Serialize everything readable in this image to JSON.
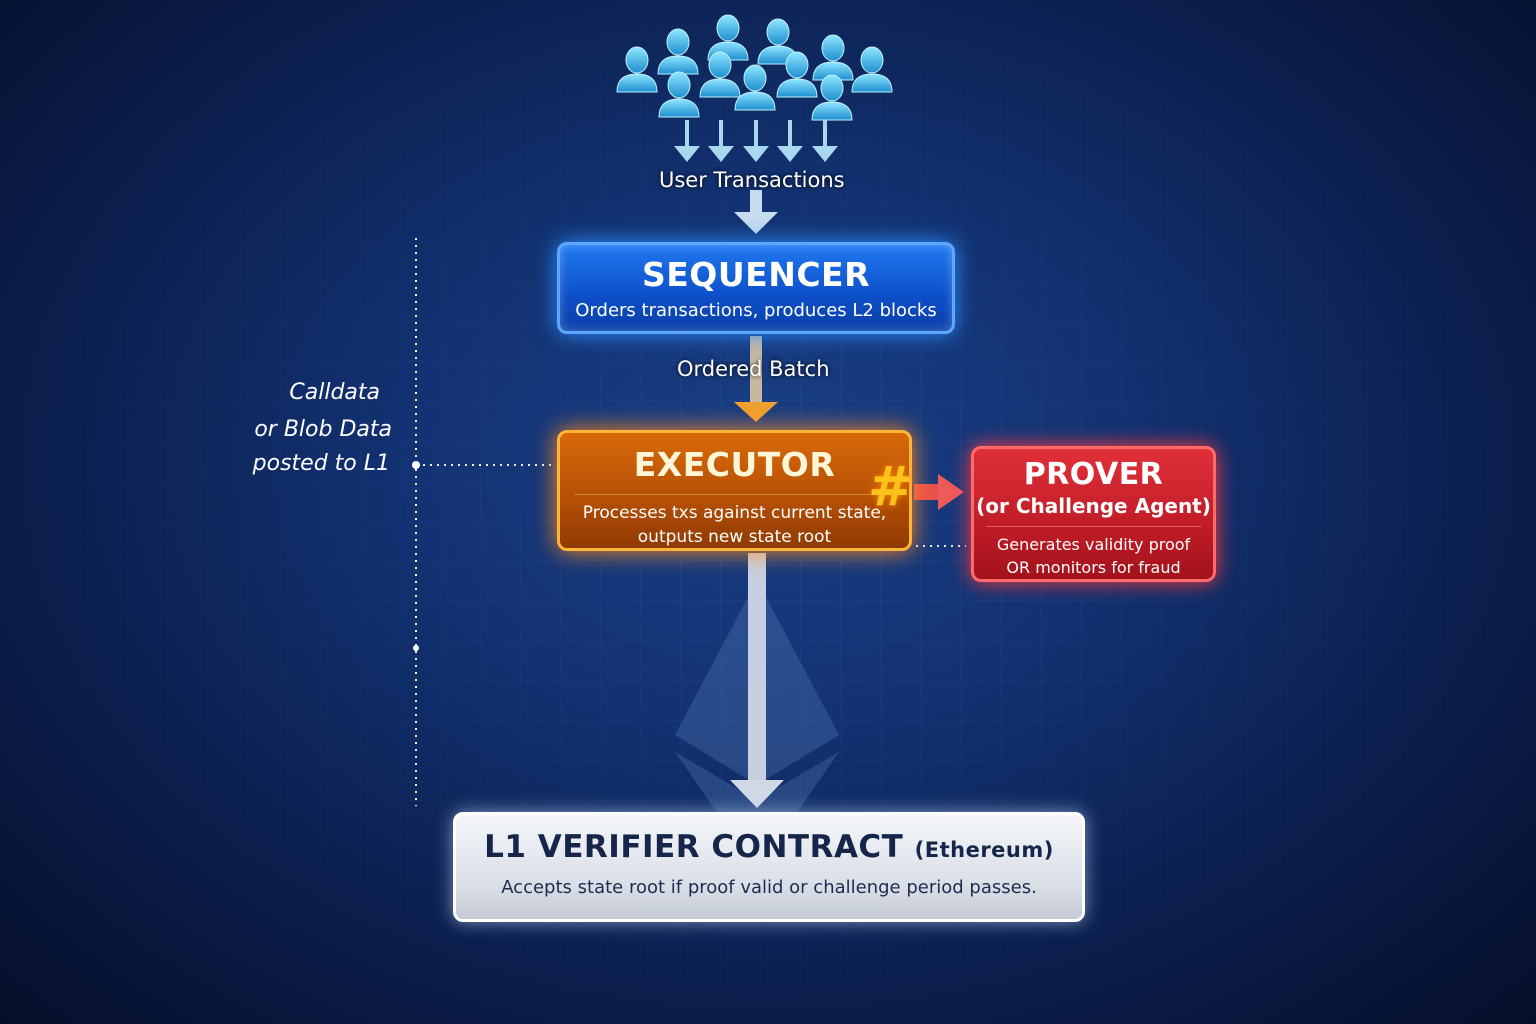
{
  "top_label": "User Transactions",
  "sequencer": {
    "title": "SEQUENCER",
    "description": "Orders transactions, produces L2 blocks"
  },
  "ordered_batch_label": "Ordered Batch",
  "executor": {
    "title": "EXECUTOR",
    "description_line1": "Processes txs against current state,",
    "description_line2": "outputs new state root",
    "hash_symbol": "#"
  },
  "prover": {
    "title": "PROVER",
    "subtitle": "(or Challenge Agent)",
    "description_line1": "Generates validity proof",
    "description_line2": "OR monitors for fraud"
  },
  "side_note": {
    "line1": "Calldata",
    "line2": "or Blob Data",
    "line3": "posted to L1"
  },
  "verifier": {
    "title": "L1 VERIFIER CONTRACT",
    "network": "(Ethereum)",
    "description": "Accepts state root if proof valid or challenge period passes."
  },
  "colors": {
    "sequencer": "#1565e0",
    "executor": "#c85a08",
    "prover": "#d0222c",
    "verifier": "#e4e8ee",
    "user_icon": "#3cc4f0"
  }
}
